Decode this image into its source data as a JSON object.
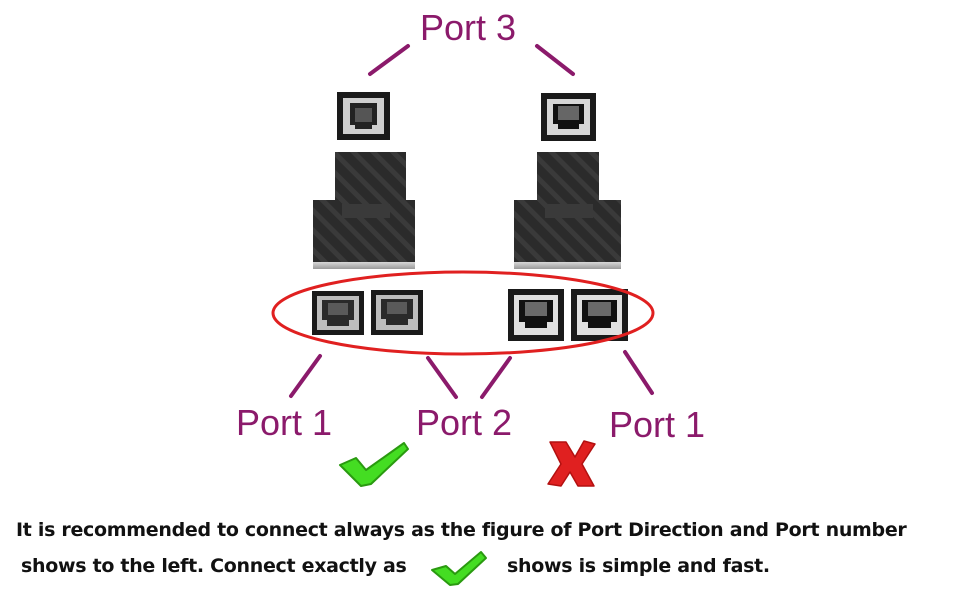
{
  "labels": {
    "port3": "Port 3",
    "left_port1": "Port 1",
    "port2": "Port 2",
    "right_port1": "Port 1"
  },
  "caption": {
    "line1": "It is recommended to connect always as the figure of Port Direction and Port number",
    "line2_before": "shows to the left. Connect exactly as",
    "line2_after": "shows is simple and fast."
  },
  "icons": {
    "correct": "check-icon",
    "wrong": "cross-icon"
  },
  "colors": {
    "label": "#8b1a6b",
    "callout_line": "#8b1a6b",
    "highlight_ellipse": "#e02020",
    "check": "#44dd22",
    "cross": "#e02020",
    "adapter_body": "#2a2a2a"
  }
}
